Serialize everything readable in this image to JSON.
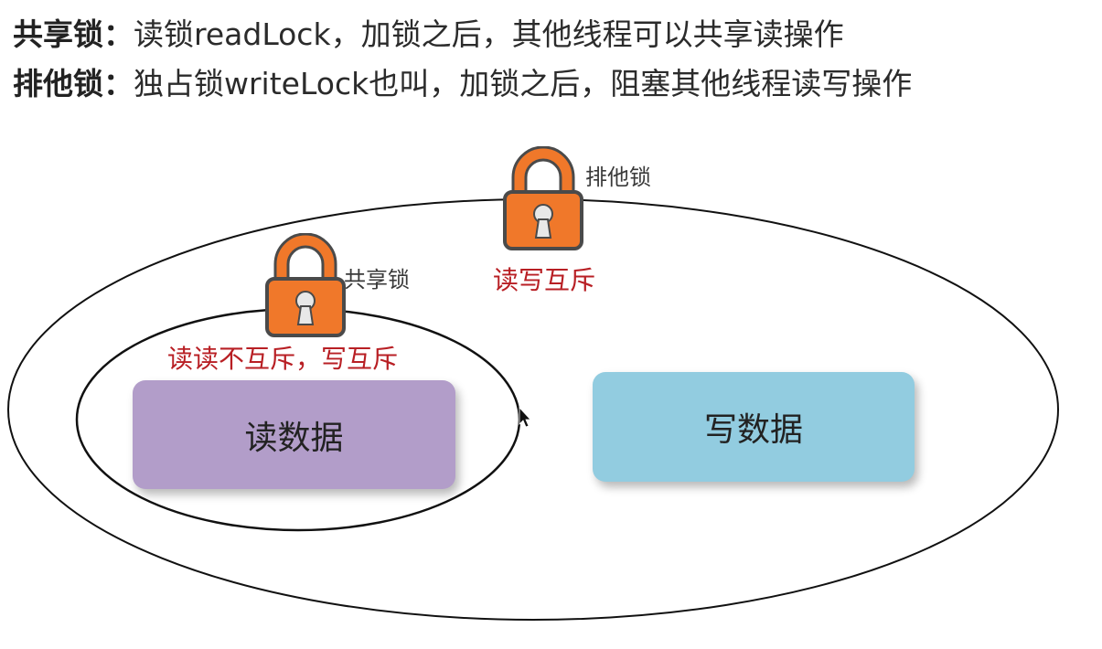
{
  "header": {
    "line1": {
      "term": "共享锁：",
      "text": "读锁readLock，加锁之后，其他线程可以共享读操作"
    },
    "line2": {
      "term": "排他锁：",
      "text": "独占锁writeLock也叫，加锁之后，阻塞其他线程读写操作"
    }
  },
  "diagram": {
    "exclusive_lock": {
      "icon": "lock-icon",
      "label": "排他锁",
      "note": "读写互斥"
    },
    "shared_lock": {
      "icon": "lock-icon",
      "label": "共享锁",
      "note": "读读不互斥，写互斥"
    },
    "read_box": {
      "label": "读数据"
    },
    "write_box": {
      "label": "写数据"
    }
  },
  "colors": {
    "lock_orange": "#f0782a",
    "lock_dark": "#4a4a4a",
    "note_red": "#b81f24",
    "read_box": "#b29dc9",
    "write_box": "#92cce0"
  }
}
